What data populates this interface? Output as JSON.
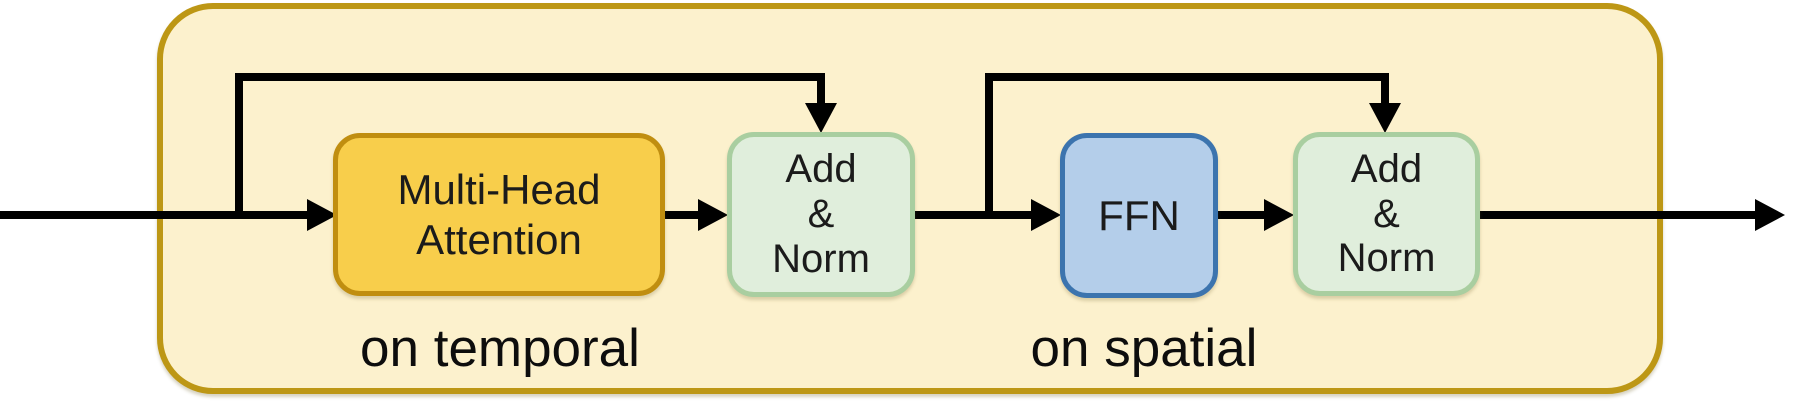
{
  "blocks": {
    "mha": {
      "lines": [
        "Multi-Head",
        "Attention"
      ]
    },
    "add_norm_1": {
      "lines": [
        "Add",
        "&",
        "Norm"
      ]
    },
    "ffn": {
      "lines": [
        "FFN"
      ]
    },
    "add_norm_2": {
      "lines": [
        "Add",
        "&",
        "Norm"
      ]
    }
  },
  "section_labels": {
    "temporal": "on temporal",
    "spatial": "on spatial"
  },
  "colors": {
    "container_fill": "#FCF1CD",
    "container_border": "#BD9715",
    "attention_fill": "#F8CE4B",
    "attention_border": "#C08E10",
    "add_norm_fill": "#E0EEDC",
    "add_norm_border": "#A9CEA0",
    "ffn_fill": "#B4CEEA",
    "ffn_border": "#3C74AE",
    "arrow": "#000000"
  }
}
